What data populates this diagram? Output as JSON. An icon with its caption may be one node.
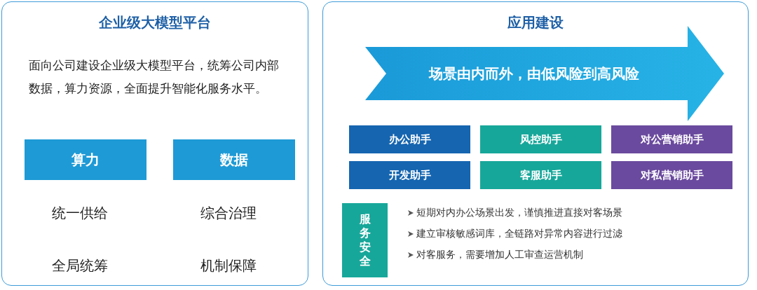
{
  "diagram": {
    "nodes": [
      {
        "text": [
          "企业级大模型平台",
          "面向公司建设企业级大模型平台，统筹公司内部数据，算力资源，全面提升智能化服务水平。"
        ]
      },
      {
        "text": [
          "算力"
        ],
        "in": 0
      },
      {
        "text": [
          "数据"
        ],
        "in": 0
      },
      {
        "text": [
          "应用建设"
        ]
      },
      {
        "text": [
          "场景由内而外，由低风险到高风险"
        ],
        "in": 3
      },
      {
        "text": [
          "办公助手"
        ],
        "in": 3
      },
      {
        "text": [
          "风控助手"
        ],
        "in": 3
      },
      {
        "text": [
          "对公营销助手"
        ],
        "in": 3
      },
      {
        "text": [
          "开发助手"
        ],
        "in": 3
      },
      {
        "text": [
          "客服助手"
        ],
        "in": 3
      },
      {
        "text": [
          "对私营销助手"
        ],
        "in": 3
      },
      {
        "text": [
          "服务安全"
        ],
        "in": 3,
        "beside": [
          "短期对内办公场景出发，谨慎推进直接对客场景",
          "建立审核敏感词库，全链路对异常内容进行过滤",
          "对客服务，需要增加人工审查运营机制"
        ]
      }
    ],
    "labels": [
      "统一供给",
      "综合治理",
      "全局统筹",
      "机制保障"
    ]
  }
}
